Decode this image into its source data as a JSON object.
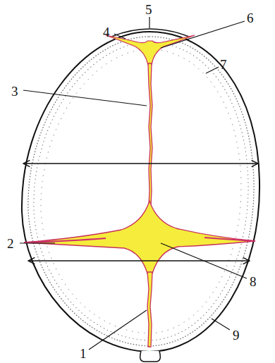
{
  "diagram": {
    "labels": [
      "5",
      "4",
      "6",
      "3",
      "7",
      "2",
      "8",
      "1",
      "9"
    ]
  }
}
